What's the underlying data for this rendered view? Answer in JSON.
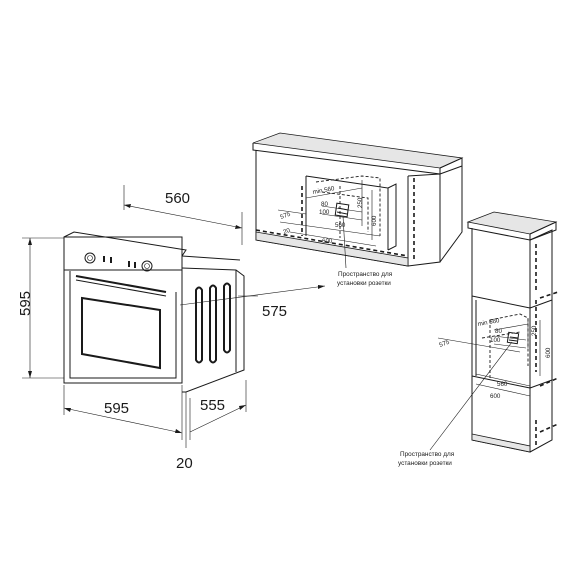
{
  "oven_dimensions": {
    "depth_top": "560",
    "height": "595",
    "width": "595",
    "depth_side": "575",
    "depth_body": "555",
    "front_thickness": "20"
  },
  "cabinet_under_counter": {
    "min_depth": "min 560",
    "depth_80": "80",
    "depth_100": "100",
    "opening_width_575": "575",
    "opening_width_560": "560",
    "front_20": "20",
    "width_600": "600",
    "height_250": "250",
    "height_600": "600",
    "socket_note_line1": "Пространство для",
    "socket_note_line2": "установки розетки"
  },
  "cabinet_tall": {
    "min_depth": "min 560",
    "depth_80": "80",
    "depth_100": "100",
    "opening_width_575": "575",
    "height_250": "250",
    "height_600": "600",
    "width_560": "560",
    "width_600": "600",
    "socket_note_line1": "Пространство для",
    "socket_note_line2": "установки розетки"
  }
}
